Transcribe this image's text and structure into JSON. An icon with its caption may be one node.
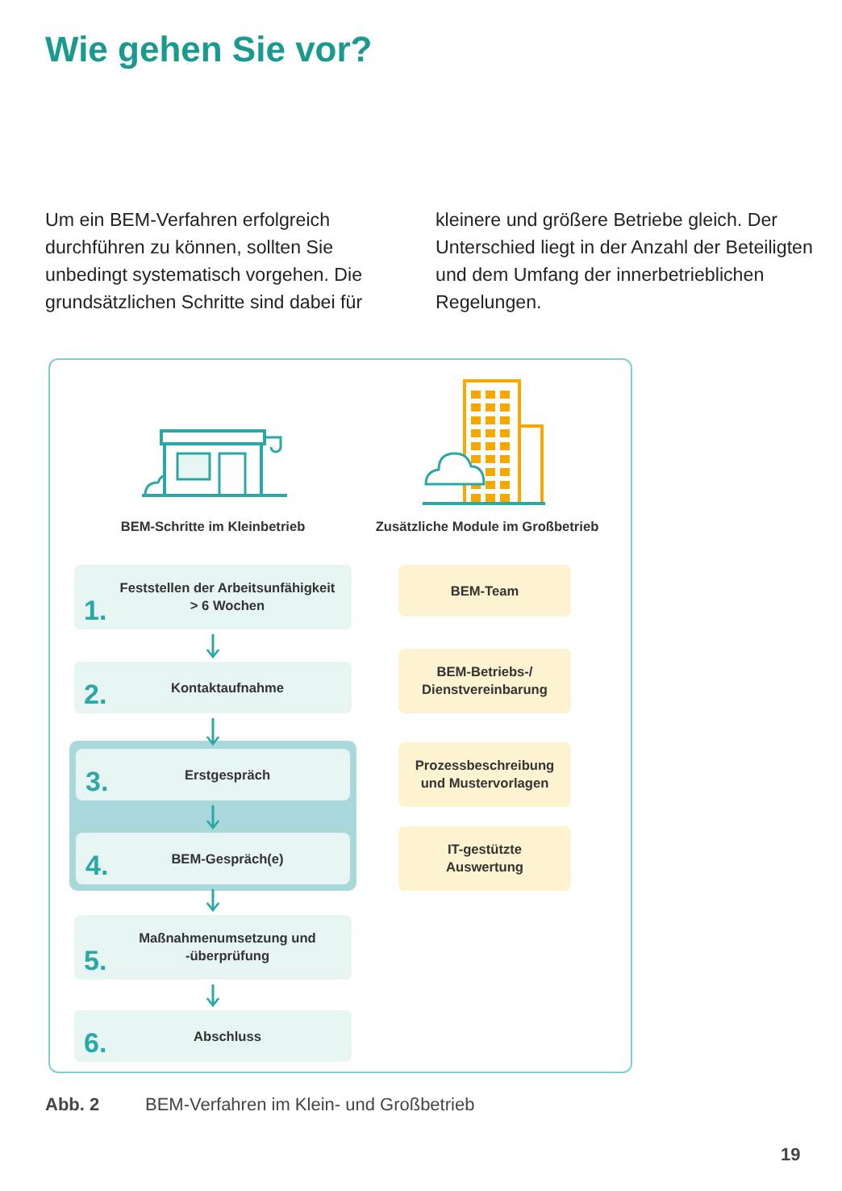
{
  "diagram": {
    "title": "Wie gehen Sie vor?",
    "caption": "BEM-Verfahren im Klein- und Großbetrieb",
    "nodes": [
      {
        "text": [
          "1.",
          "Feststellen der Arbeitsunfähigkeit > 6 Wochen"
        ]
      },
      {
        "text": [
          "2.",
          "Kontaktaufnahme"
        ]
      },
      {
        "text": [],
        "shape": "box"
      },
      {
        "text": [
          "3.",
          "Erstgespräch"
        ],
        "in": 2
      },
      {
        "text": [
          "4.",
          "BEM-Gespräch(e)"
        ],
        "in": 2
      },
      {
        "text": [
          "5.",
          "Maßnahmenumsetzung und -überprüfung"
        ]
      },
      {
        "text": [
          "6.",
          "Abschluss"
        ]
      },
      {
        "text": [
          "BEM-Team"
        ]
      },
      {
        "text": [
          "BEM-Betriebs-/ Dienstvereinbarung"
        ]
      },
      {
        "text": [
          "Prozessbeschreibung und Mustervorlagen"
        ]
      },
      {
        "text": [
          "IT-gestützte Auswertung"
        ]
      }
    ],
    "edges": [
      {
        "from": 0,
        "to": 1,
        "arrow": "to"
      },
      {
        "from": 1,
        "to": 3,
        "arrow": "to"
      },
      {
        "from": 3,
        "to": 4,
        "arrow": "to"
      },
      {
        "from": 4,
        "to": 5,
        "arrow": "to"
      },
      {
        "from": 5,
        "to": 6,
        "arrow": "to"
      }
    ],
    "labels": [
      "Um ein BEM-Verfahren erfolgreich durchführen zu können, sollten Sie unbedingt systematisch vorgehen. Die grundsätzlichen Schritte sind dabei für",
      "kleinere und größere Betriebe gleich. Der Unterschied liegt in der Anzahl der Beteiligten und dem Umfang der innerbetrieblichen Regelungen.",
      "BEM-Schritte im Kleinbetrieb",
      "Zusätzliche Module im Großbetrieb",
      "Abb. 2",
      "19"
    ]
  }
}
